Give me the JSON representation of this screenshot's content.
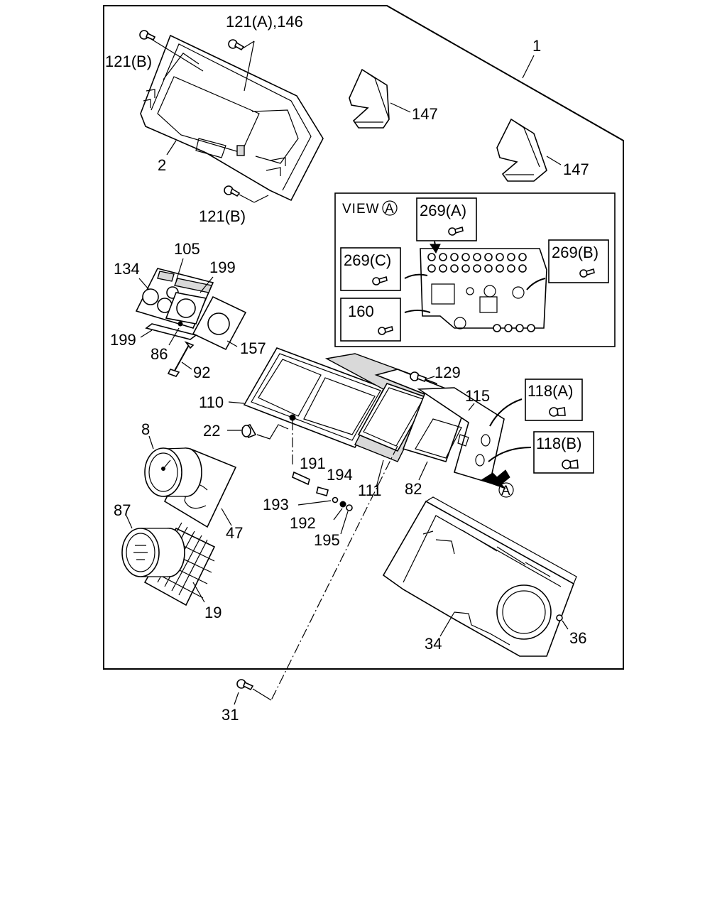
{
  "view": {
    "label": "VIEW",
    "marker": "A"
  },
  "parts": {
    "p1": "1",
    "p2": "2",
    "p8": "8",
    "p19": "19",
    "p22": "22",
    "p31": "31",
    "p34": "34",
    "p36": "36",
    "p47": "47",
    "p82": "82",
    "p86": "86",
    "p87": "87",
    "p92": "92",
    "p105": "105",
    "p110": "110",
    "p111": "111",
    "p115": "115",
    "p118a": "118(A)",
    "p118b": "118(B)",
    "p121a146": "121(A),146",
    "p121b_top": "121(B)",
    "p121b_bottom": "121(B)",
    "p129": "129",
    "p134": "134",
    "p147_left": "147",
    "p147_right": "147",
    "p157": "157",
    "p160": "160",
    "p191": "191",
    "p192": "192",
    "p193": "193",
    "p194": "194",
    "p195": "195",
    "p199_top": "199",
    "p199_bottom": "199",
    "p269a": "269(A)",
    "p269b": "269(B)",
    "p269c": "269(C)"
  }
}
